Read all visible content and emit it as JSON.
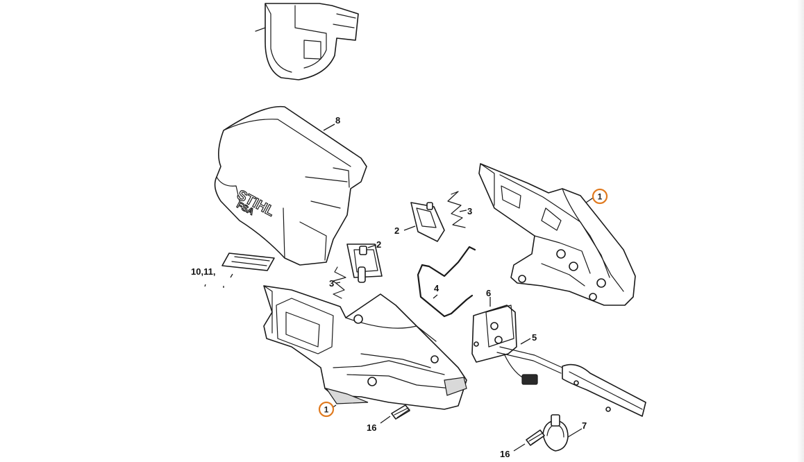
{
  "diagram": {
    "logo": {
      "line1": "STIHL",
      "line2": "FSA"
    },
    "highlight_color": "#e07a1f",
    "callouts": {
      "part_8": "8",
      "part_10_11": "10,11,",
      "part_2_upper": "2",
      "part_2_lower": "2",
      "part_3_upper": "3",
      "part_3_lower": "3",
      "part_4": "4",
      "part_5": "5",
      "part_6": "6",
      "part_7": "7",
      "part_16_left": "16",
      "part_16_right": "16"
    },
    "highlighted": {
      "part_1_right": "1",
      "part_1_left": "1"
    }
  }
}
